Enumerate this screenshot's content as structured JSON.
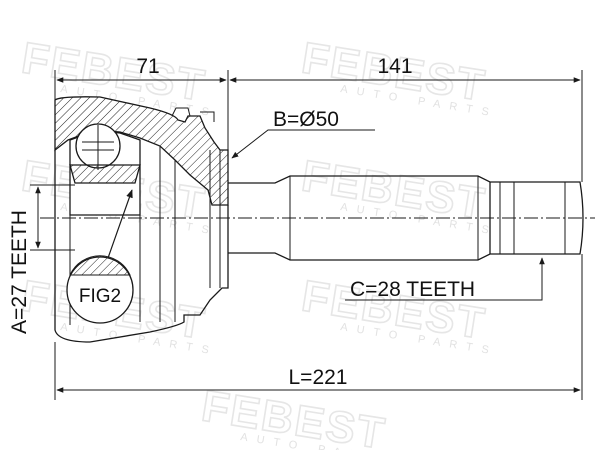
{
  "dimensions": {
    "left_section": "71",
    "right_section": "141",
    "bore": "B=Ø50",
    "outer_spline": "A=27 TEETH",
    "shaft_spline": "C=28 TEETH",
    "total_length": "L=221"
  },
  "callouts": {
    "fig": "FIG2"
  },
  "watermark": {
    "brand": "FEBEST",
    "tagline": "AUTO PARTS"
  },
  "colors": {
    "line": "#1a1a1a",
    "watermark": "#e6e6e6"
  }
}
